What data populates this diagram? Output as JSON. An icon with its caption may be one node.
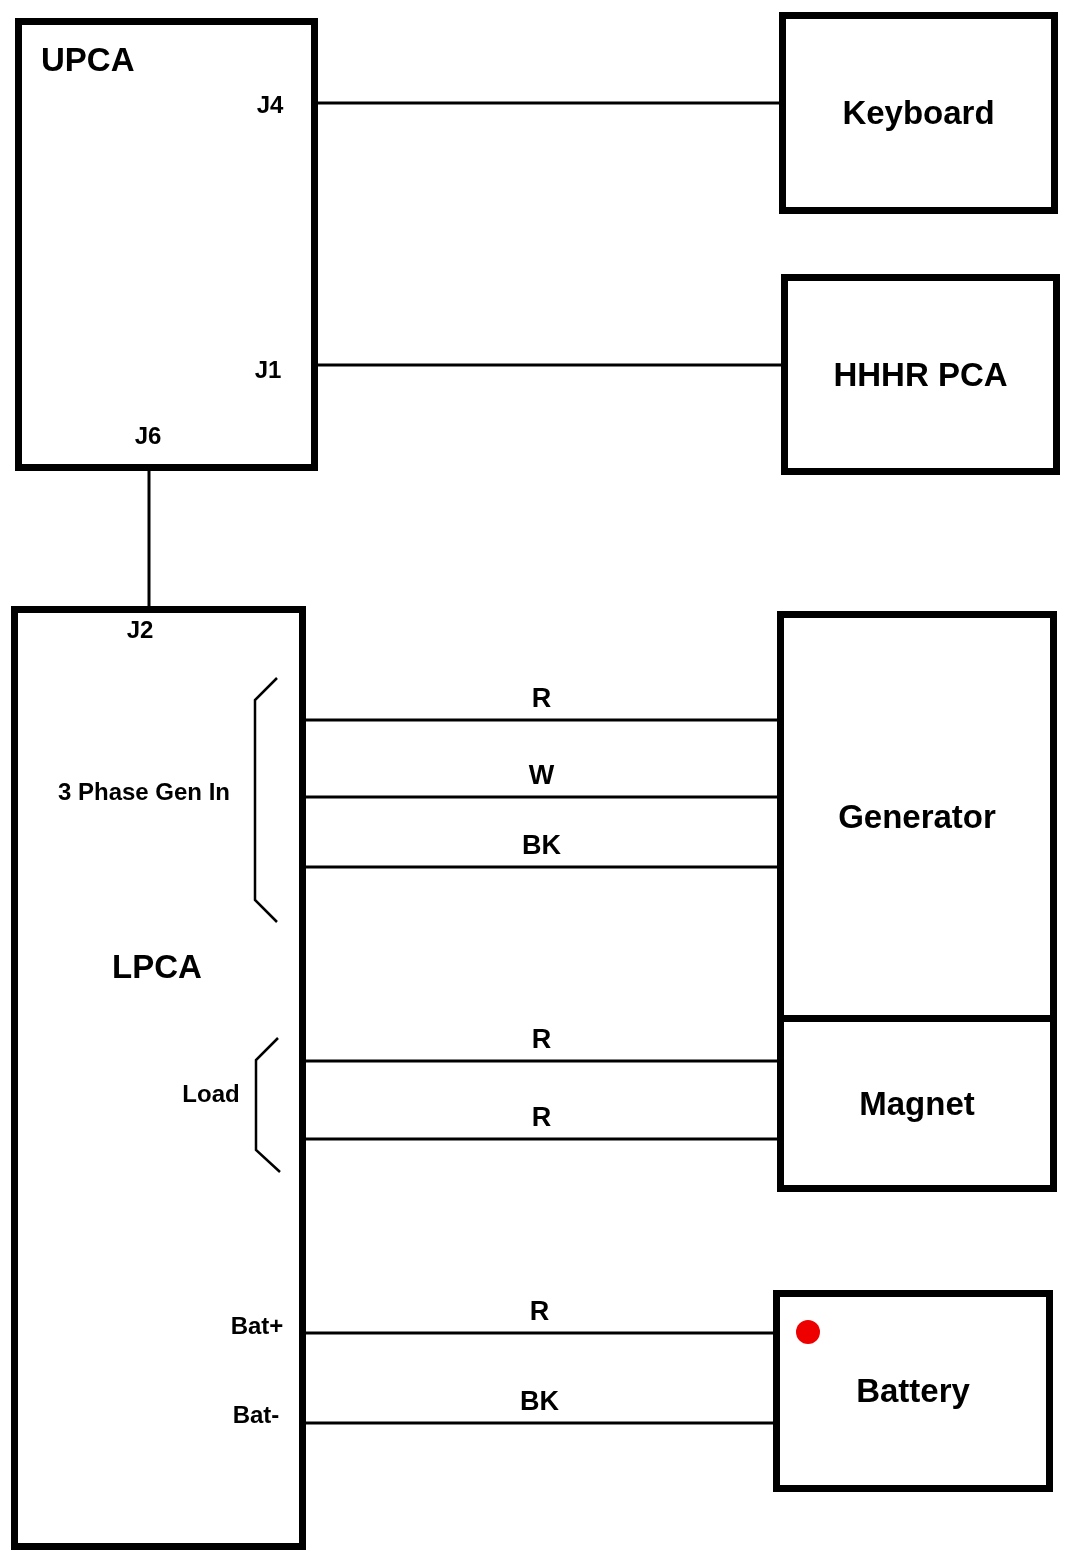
{
  "diagram": {
    "nodes": [
      {
        "text": [
          "UPCA"
        ]
      },
      {
        "text": [
          "Keyboard"
        ]
      },
      {
        "text": [
          "HHHR PCA"
        ]
      },
      {
        "text": [
          "LPCA"
        ]
      },
      {
        "text": [
          "Generator"
        ]
      },
      {
        "text": [
          "Magnet"
        ]
      },
      {
        "text": [
          "Battery"
        ]
      }
    ],
    "edges": [
      {
        "from": 0,
        "to": 1,
        "arrow": "none"
      },
      {
        "from": 0,
        "to": 2,
        "arrow": "none"
      },
      {
        "from": 0,
        "to": 3,
        "arrow": "none"
      },
      {
        "from": 3,
        "to": 4,
        "label": "R",
        "arrow": "none"
      },
      {
        "from": 3,
        "to": 4,
        "label": "W",
        "arrow": "none"
      },
      {
        "from": 3,
        "to": 4,
        "label": "BK",
        "arrow": "none"
      },
      {
        "from": 3,
        "to": 5,
        "label": "R",
        "arrow": "none"
      },
      {
        "from": 3,
        "to": 5,
        "label": "R",
        "arrow": "none"
      },
      {
        "from": 3,
        "to": 6,
        "label": "R",
        "arrow": "none"
      },
      {
        "from": 3,
        "to": 6,
        "label": "BK",
        "arrow": "none"
      }
    ],
    "labels": [
      "J4",
      "J1",
      "J6",
      "J2",
      "3 Phase Gen In",
      "Load",
      "Bat+",
      "Bat-"
    ]
  }
}
